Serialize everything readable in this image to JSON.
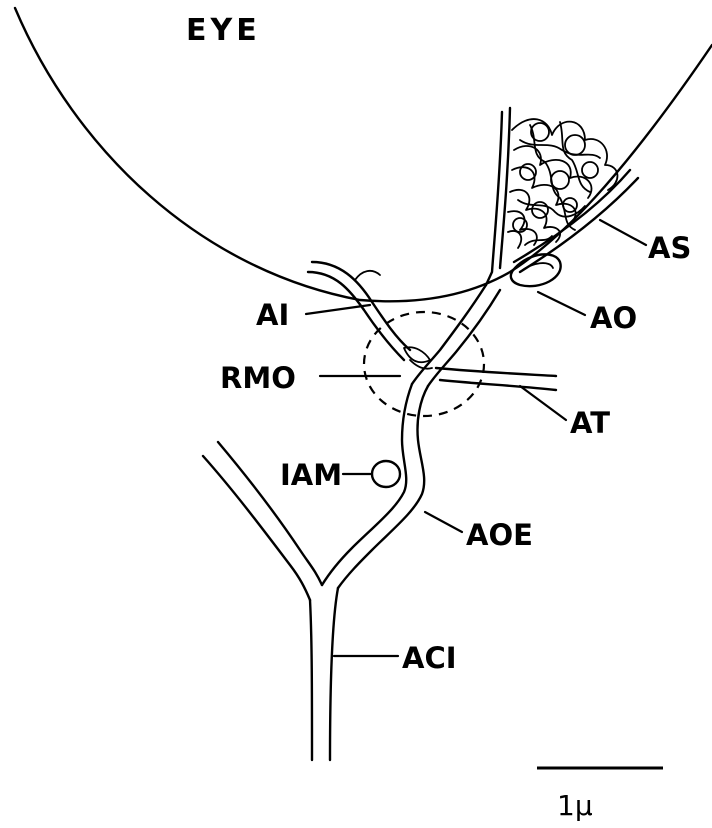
{
  "diagram": {
    "title": "EYE",
    "labels": {
      "as": "AS",
      "ai": "AI",
      "ao": "AO",
      "rmo": "RMO",
      "at": "AT",
      "iam": "IAM",
      "aoe": "AOE",
      "aci": "ACI"
    },
    "scale_bar_label": "1μ"
  }
}
